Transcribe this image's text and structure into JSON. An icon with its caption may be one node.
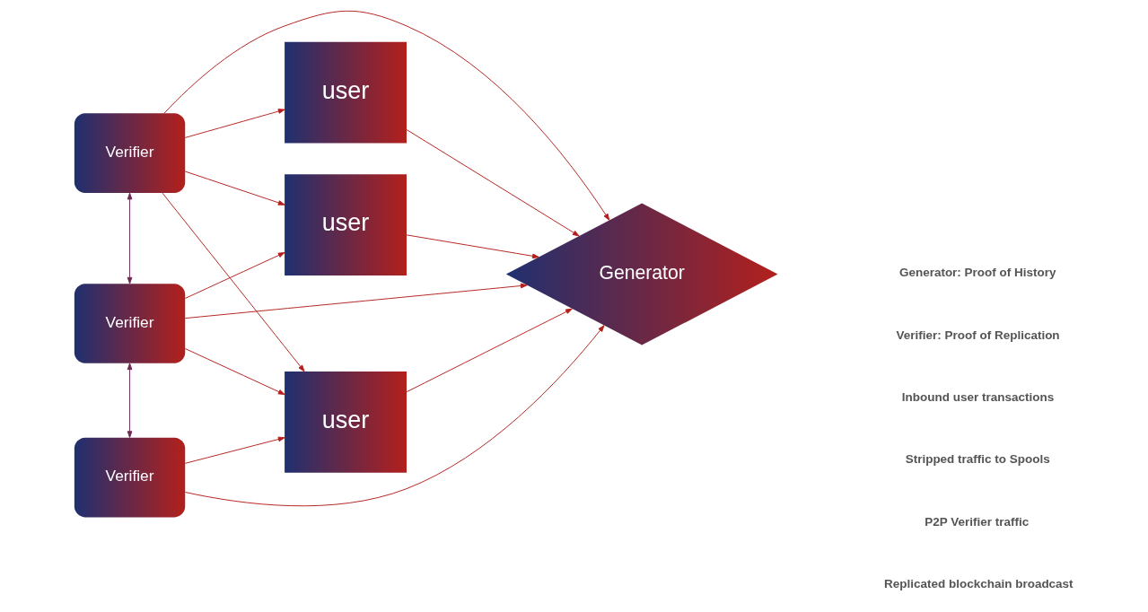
{
  "diagram": {
    "nodes": [
      {
        "text": [
          "Verifier"
        ]
      },
      {
        "text": [
          "Verifier"
        ]
      },
      {
        "text": [
          "Verifier"
        ]
      },
      {
        "text": [
          "user"
        ]
      },
      {
        "text": [
          "user"
        ]
      },
      {
        "text": [
          "user"
        ]
      },
      {
        "text": [
          "Generator"
        ]
      }
    ],
    "edges": [
      {
        "from": 0,
        "to": 1,
        "arrow": "both"
      },
      {
        "from": 1,
        "to": 2,
        "arrow": "both"
      },
      {
        "from": 0,
        "to": 3,
        "arrow": "to"
      },
      {
        "from": 0,
        "to": 4,
        "arrow": "to"
      },
      {
        "from": 0,
        "to": 5,
        "arrow": "to"
      },
      {
        "from": 0,
        "to": 6,
        "arrow": "to"
      },
      {
        "from": 1,
        "to": 4,
        "arrow": "to"
      },
      {
        "from": 1,
        "to": 5,
        "arrow": "to"
      },
      {
        "from": 1,
        "to": 6,
        "arrow": "to"
      },
      {
        "from": 2,
        "to": 5,
        "arrow": "to"
      },
      {
        "from": 2,
        "to": 6,
        "arrow": "to"
      },
      {
        "from": 3,
        "to": 6,
        "arrow": "to"
      },
      {
        "from": 4,
        "to": 6,
        "arrow": "to"
      },
      {
        "from": 5,
        "to": 6,
        "arrow": "to"
      }
    ],
    "labels": [
      "Generator: Proof of History",
      "Verifier: Proof of Replication",
      "Inbound user transactions",
      "Stripped traffic to Spools",
      "P2P Verifier traffic",
      "Replicated blockchain broadcast"
    ]
  }
}
